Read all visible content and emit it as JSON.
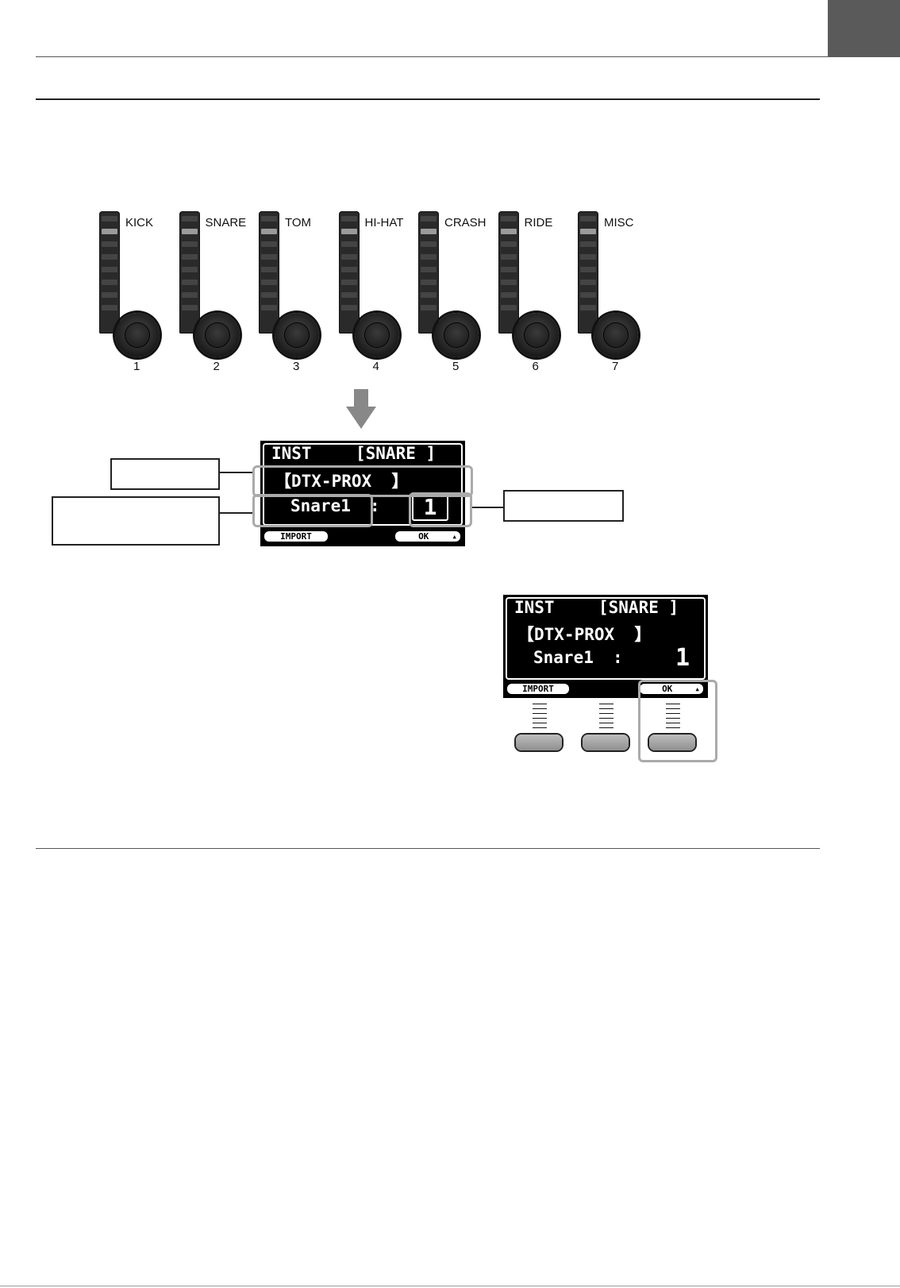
{
  "knobs": [
    {
      "label": "KICK",
      "number": "1"
    },
    {
      "label": "SNARE",
      "number": "2"
    },
    {
      "label": "TOM",
      "number": "3"
    },
    {
      "label": "HI-HAT",
      "number": "4"
    },
    {
      "label": "CRASH",
      "number": "5"
    },
    {
      "label": "RIDE",
      "number": "6"
    },
    {
      "label": "MISC",
      "number": "7"
    }
  ],
  "screen_main": {
    "title": "INST",
    "pad": "[SNARE ]",
    "kit": "【DTX-PROX  】",
    "voice": "Snare1",
    "colon": ":",
    "number": "1",
    "softkey_left": "IMPORT",
    "softkey_right": "OK"
  },
  "screen_small": {
    "title": "INST",
    "pad": "[SNARE ]",
    "kit": "【DTX-PROX  】",
    "voice": "Snare1",
    "colon": ":",
    "number": "1",
    "softkey_left": "IMPORT",
    "softkey_right": "OK"
  },
  "callouts": {
    "kit_label": "",
    "voice_label": "",
    "number_label": ""
  },
  "colors": {
    "lcd_bg": "#000000",
    "highlight": "#aaaaaa",
    "corner_tab": "#5a5a5a"
  }
}
